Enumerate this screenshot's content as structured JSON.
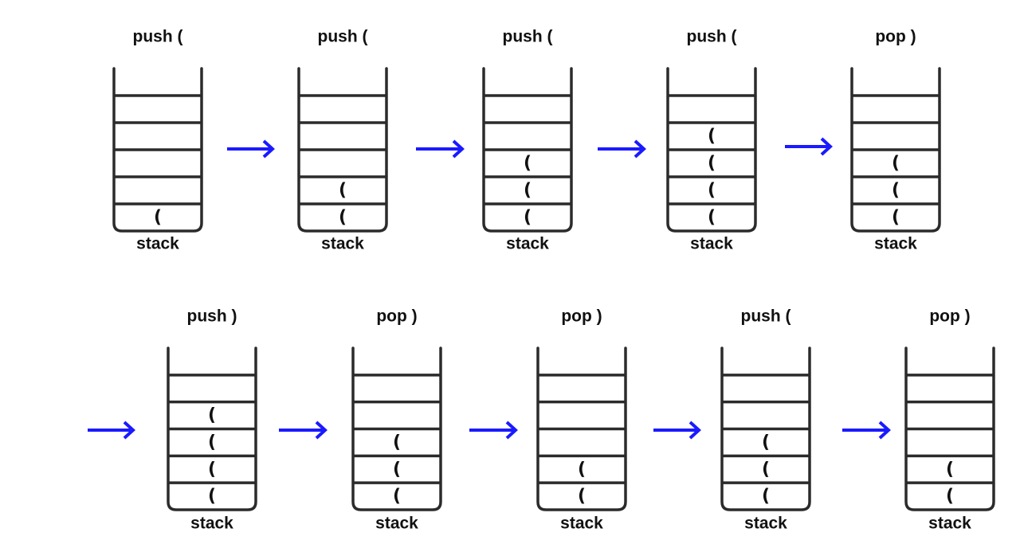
{
  "stack_label": "stack",
  "rows": [
    {
      "steps": [
        {
          "op": "push (",
          "items": [
            "("
          ]
        },
        {
          "op": "push (",
          "items": [
            "(",
            "("
          ]
        },
        {
          "op": "push (",
          "items": [
            "(",
            "(",
            "("
          ]
        },
        {
          "op": "push (",
          "items": [
            "(",
            "(",
            "(",
            "("
          ]
        },
        {
          "op": "pop )",
          "items": [
            "(",
            "(",
            "("
          ]
        }
      ]
    },
    {
      "steps": [
        {
          "op": "push )",
          "items": [
            "(",
            "(",
            "(",
            "("
          ]
        },
        {
          "op": "pop )",
          "items": [
            "(",
            "(",
            "("
          ]
        },
        {
          "op": "pop )",
          "items": [
            "(",
            "("
          ]
        },
        {
          "op": "push (",
          "items": [
            "(",
            "(",
            "("
          ]
        },
        {
          "op": "pop )",
          "items": [
            "(",
            "("
          ]
        }
      ]
    }
  ],
  "colors": {
    "arrow": "#1a1aff",
    "stack_outline": "#2b2b2b",
    "text": "#111111"
  }
}
